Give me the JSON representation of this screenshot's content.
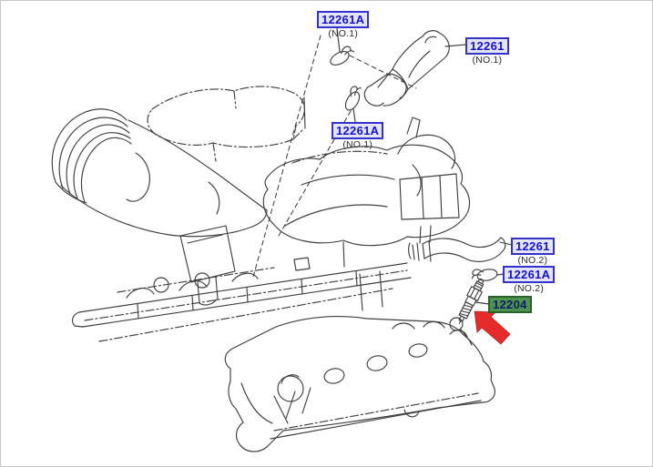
{
  "diagram": {
    "type": "parts-diagram",
    "subject": "Engine ventilation hoses, clamps and spark plug on cylinder head cover",
    "colors": {
      "background": "#ffffff",
      "line": "#3f3f3f",
      "callout_text": "#1212cf",
      "callout_bg": "#e4e4ff",
      "callout_border": "#3333cc",
      "highlight_text": "#0d2060",
      "highlight_bg": "#4f9151",
      "highlight_border": "#27642a",
      "note_text": "#2b2b2b",
      "arrow": "#e62b2b"
    },
    "callouts": [
      {
        "part_number": "12261A",
        "note": "(NO.1)",
        "highlighted": false
      },
      {
        "part_number": "12261",
        "note": "(NO.1)",
        "highlighted": false
      },
      {
        "part_number": "12261A",
        "note": "(NO.1)",
        "highlighted": false
      },
      {
        "part_number": "12261",
        "note": "(NO.2)",
        "highlighted": false
      },
      {
        "part_number": "12261A",
        "note": "(NO.2)",
        "highlighted": false
      },
      {
        "part_number": "12204",
        "note": "",
        "highlighted": true
      }
    ]
  }
}
